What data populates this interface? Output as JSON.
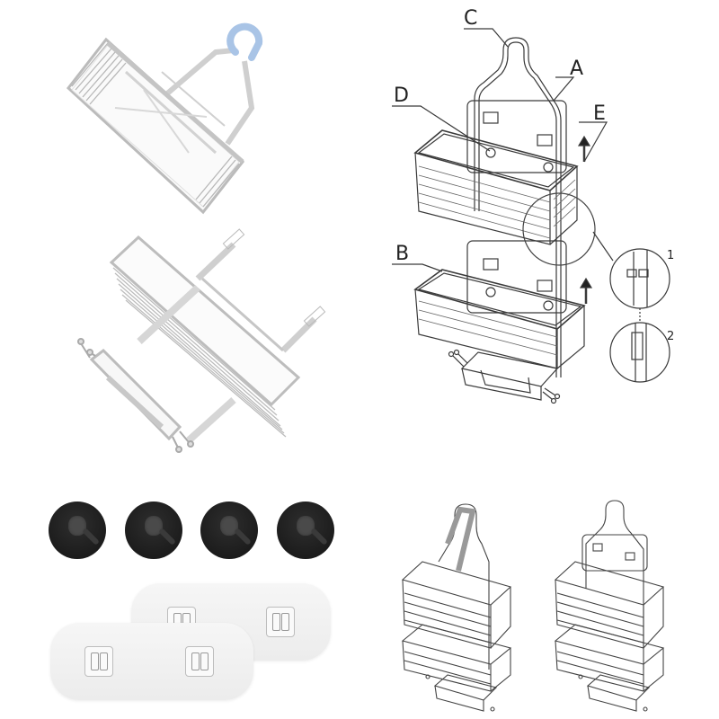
{
  "image": {
    "description": "Shower caddy product illustration composite",
    "background": "#ffffff"
  },
  "panels": {
    "top_left_photo": {
      "caption": "",
      "subject": "upper basket with hook (photo)",
      "hook_color": "#a9c4e6"
    },
    "middle_left_photo": {
      "caption": "",
      "subject": "lower basket with soap dish and hooks (photo)"
    },
    "bottom_left_photo": {
      "subject": "accessories",
      "suction_cups": {
        "count": 4,
        "color": "#1e1e1e"
      },
      "adhesive_pads": {
        "count": 2,
        "color": "#f2f2f2"
      }
    },
    "assembly_diagram": {
      "labels": [
        {
          "id": "C",
          "text": "C",
          "target": "hook"
        },
        {
          "id": "A",
          "text": "A",
          "target": "frame"
        },
        {
          "id": "D",
          "text": "D",
          "target": "upper basket mount"
        },
        {
          "id": "E",
          "text": "E",
          "target": "slide-up direction"
        },
        {
          "id": "B",
          "text": "B",
          "target": "lower basket"
        }
      ],
      "detail_steps": [
        {
          "id": "1",
          "text": "1"
        },
        {
          "id": "2",
          "text": "2"
        }
      ]
    },
    "usage_diagrams": [
      {
        "subject": "hung on shower head"
      },
      {
        "subject": "standalone assembled caddy"
      }
    ]
  },
  "colors": {
    "line": "#3a3a3a",
    "metal": "#c8c8c8",
    "metal_light": "#e6e6e6"
  }
}
